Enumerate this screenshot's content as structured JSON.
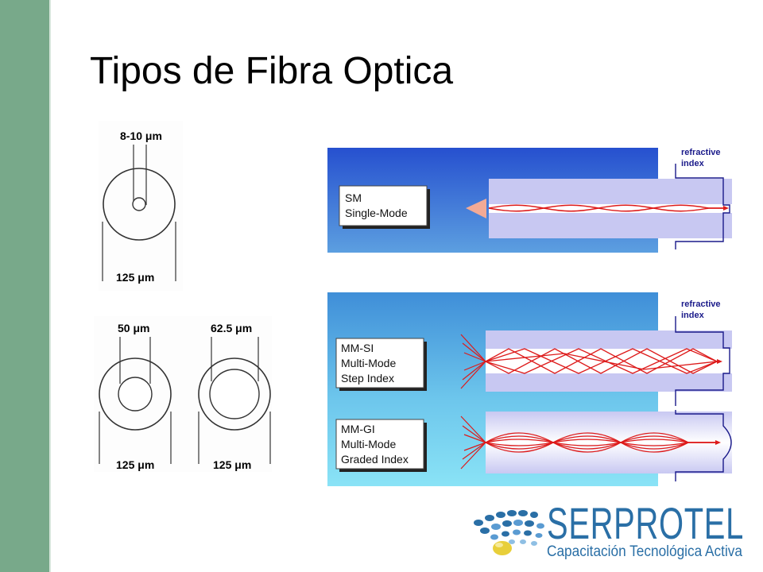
{
  "slide": {
    "title": "Tipos de Fibra Optica",
    "accent_color": "#78a98a"
  },
  "cross_sections": {
    "single_mode": {
      "core": "8-10 μm",
      "cladding": "125 μm"
    },
    "multi_mode_50": {
      "core": "50 μm",
      "cladding": "125 μm"
    },
    "multi_mode_62": {
      "core": "62.5 μm",
      "cladding": "125 μm"
    }
  },
  "propagation": {
    "refractive_index_label": "refractive index",
    "single_mode": {
      "abbr": "SM",
      "name": "Single-Mode"
    },
    "step_index": {
      "abbr": "MM-SI",
      "name": "Multi-Mode",
      "profile": "Step Index"
    },
    "graded_index": {
      "abbr": "MM-GI",
      "name": "Multi-Mode",
      "profile": "Graded Index"
    },
    "ray_color": "#dd1a1a"
  },
  "logo": {
    "name": "SERPROTEL",
    "tagline": "Capacitación Tecnológica Activa"
  }
}
